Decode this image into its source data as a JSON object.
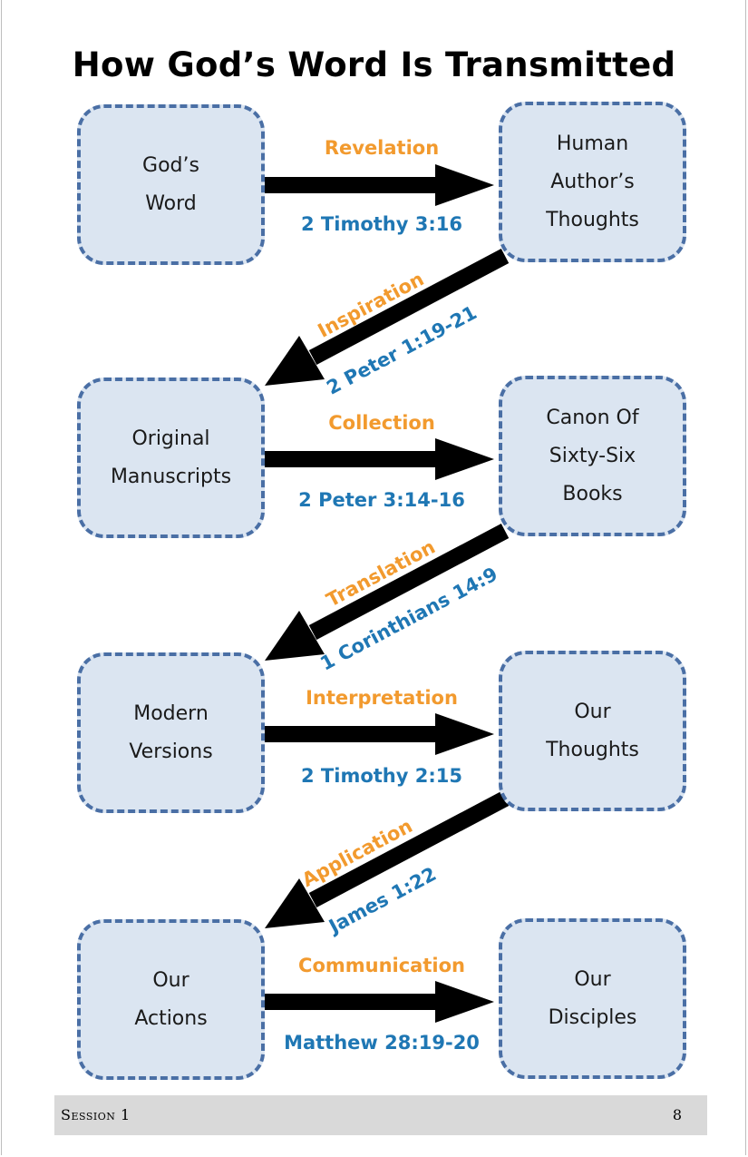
{
  "title": "How God’s Word Is Transmitted",
  "nodes": {
    "gods_word": "God’s\nWord",
    "human_author": "Human\nAuthor’s\nThoughts",
    "original_manuscripts": "Original\nManuscripts",
    "canon": "Canon Of\nSixty-Six\nBooks",
    "modern_versions": "Modern\nVersions",
    "our_thoughts": "Our\nThoughts",
    "our_actions": "Our\nActions",
    "our_disciples": "Our\nDisciples"
  },
  "steps": [
    {
      "stage": "Revelation",
      "reference": "2 Timothy 3:16"
    },
    {
      "stage": "Inspiration",
      "reference": "2 Peter 1:19-21"
    },
    {
      "stage": "Collection",
      "reference": "2 Peter 3:14-16"
    },
    {
      "stage": "Translation",
      "reference": "1 Corinthians 14:9"
    },
    {
      "stage": "Interpretation",
      "reference": "2 Timothy 2:15"
    },
    {
      "stage": "Application",
      "reference": "James 1:22"
    },
    {
      "stage": "Communication",
      "reference": "Matthew 28:19-20"
    }
  ],
  "footer": {
    "session": "Session 1",
    "page": "8"
  },
  "colors": {
    "stage": "#f29a2e",
    "reference": "#1f77b4",
    "box_fill": "#dbe5f1",
    "box_border": "#4a6fa5"
  }
}
